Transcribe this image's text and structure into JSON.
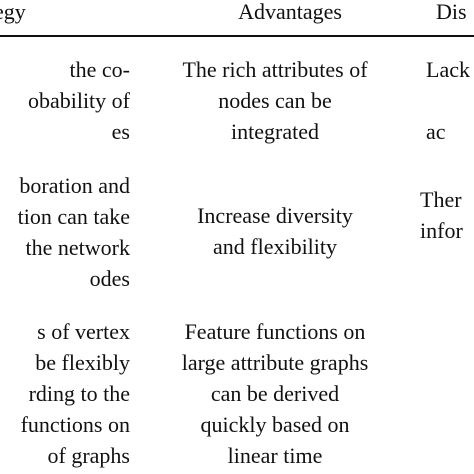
{
  "table": {
    "headers": {
      "strategy": "egy",
      "advantages": "Advantages",
      "disadvantages": "Dis"
    },
    "rows": [
      {
        "strategy": "the co-\nobability of\nes",
        "advantages": "The rich attributes of\nnodes can be\nintegrated",
        "disadvantages": "Lack\n\nac"
      },
      {
        "strategy": "boration and\ntion can take\nthe network\nodes",
        "advantages": "Increase diversity\nand flexibility",
        "disadvantages": "Ther\ninfor"
      },
      {
        "strategy": "s of vertex\nbe flexibly\nrding to the\nfunctions on\nof graphs",
        "advantages": "Feature functions on\nlarge attribute graphs\ncan be derived\nquickly based on\nlinear time",
        "disadvantages": ""
      }
    ]
  }
}
